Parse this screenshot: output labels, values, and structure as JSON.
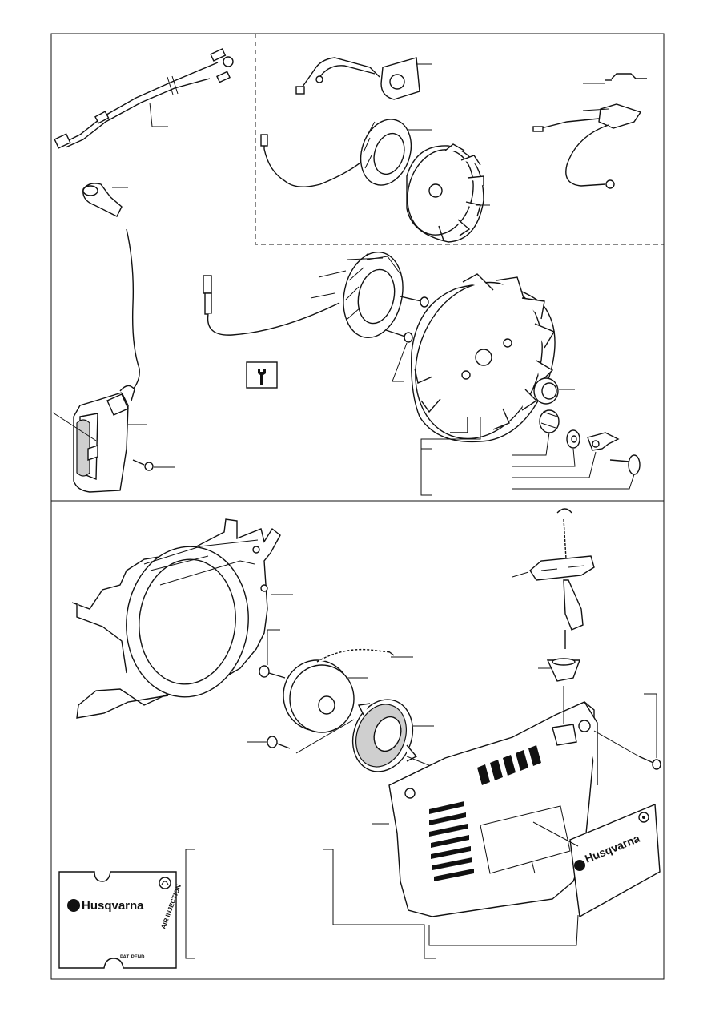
{
  "brand": {
    "decal_right": "Husqvarna",
    "decal_left": "Husqvarna"
  },
  "labels": {
    "air_injection": "AIR INJECTION",
    "patent": "PAT. PEND."
  },
  "icons": {
    "tool": "wrench-icon"
  }
}
